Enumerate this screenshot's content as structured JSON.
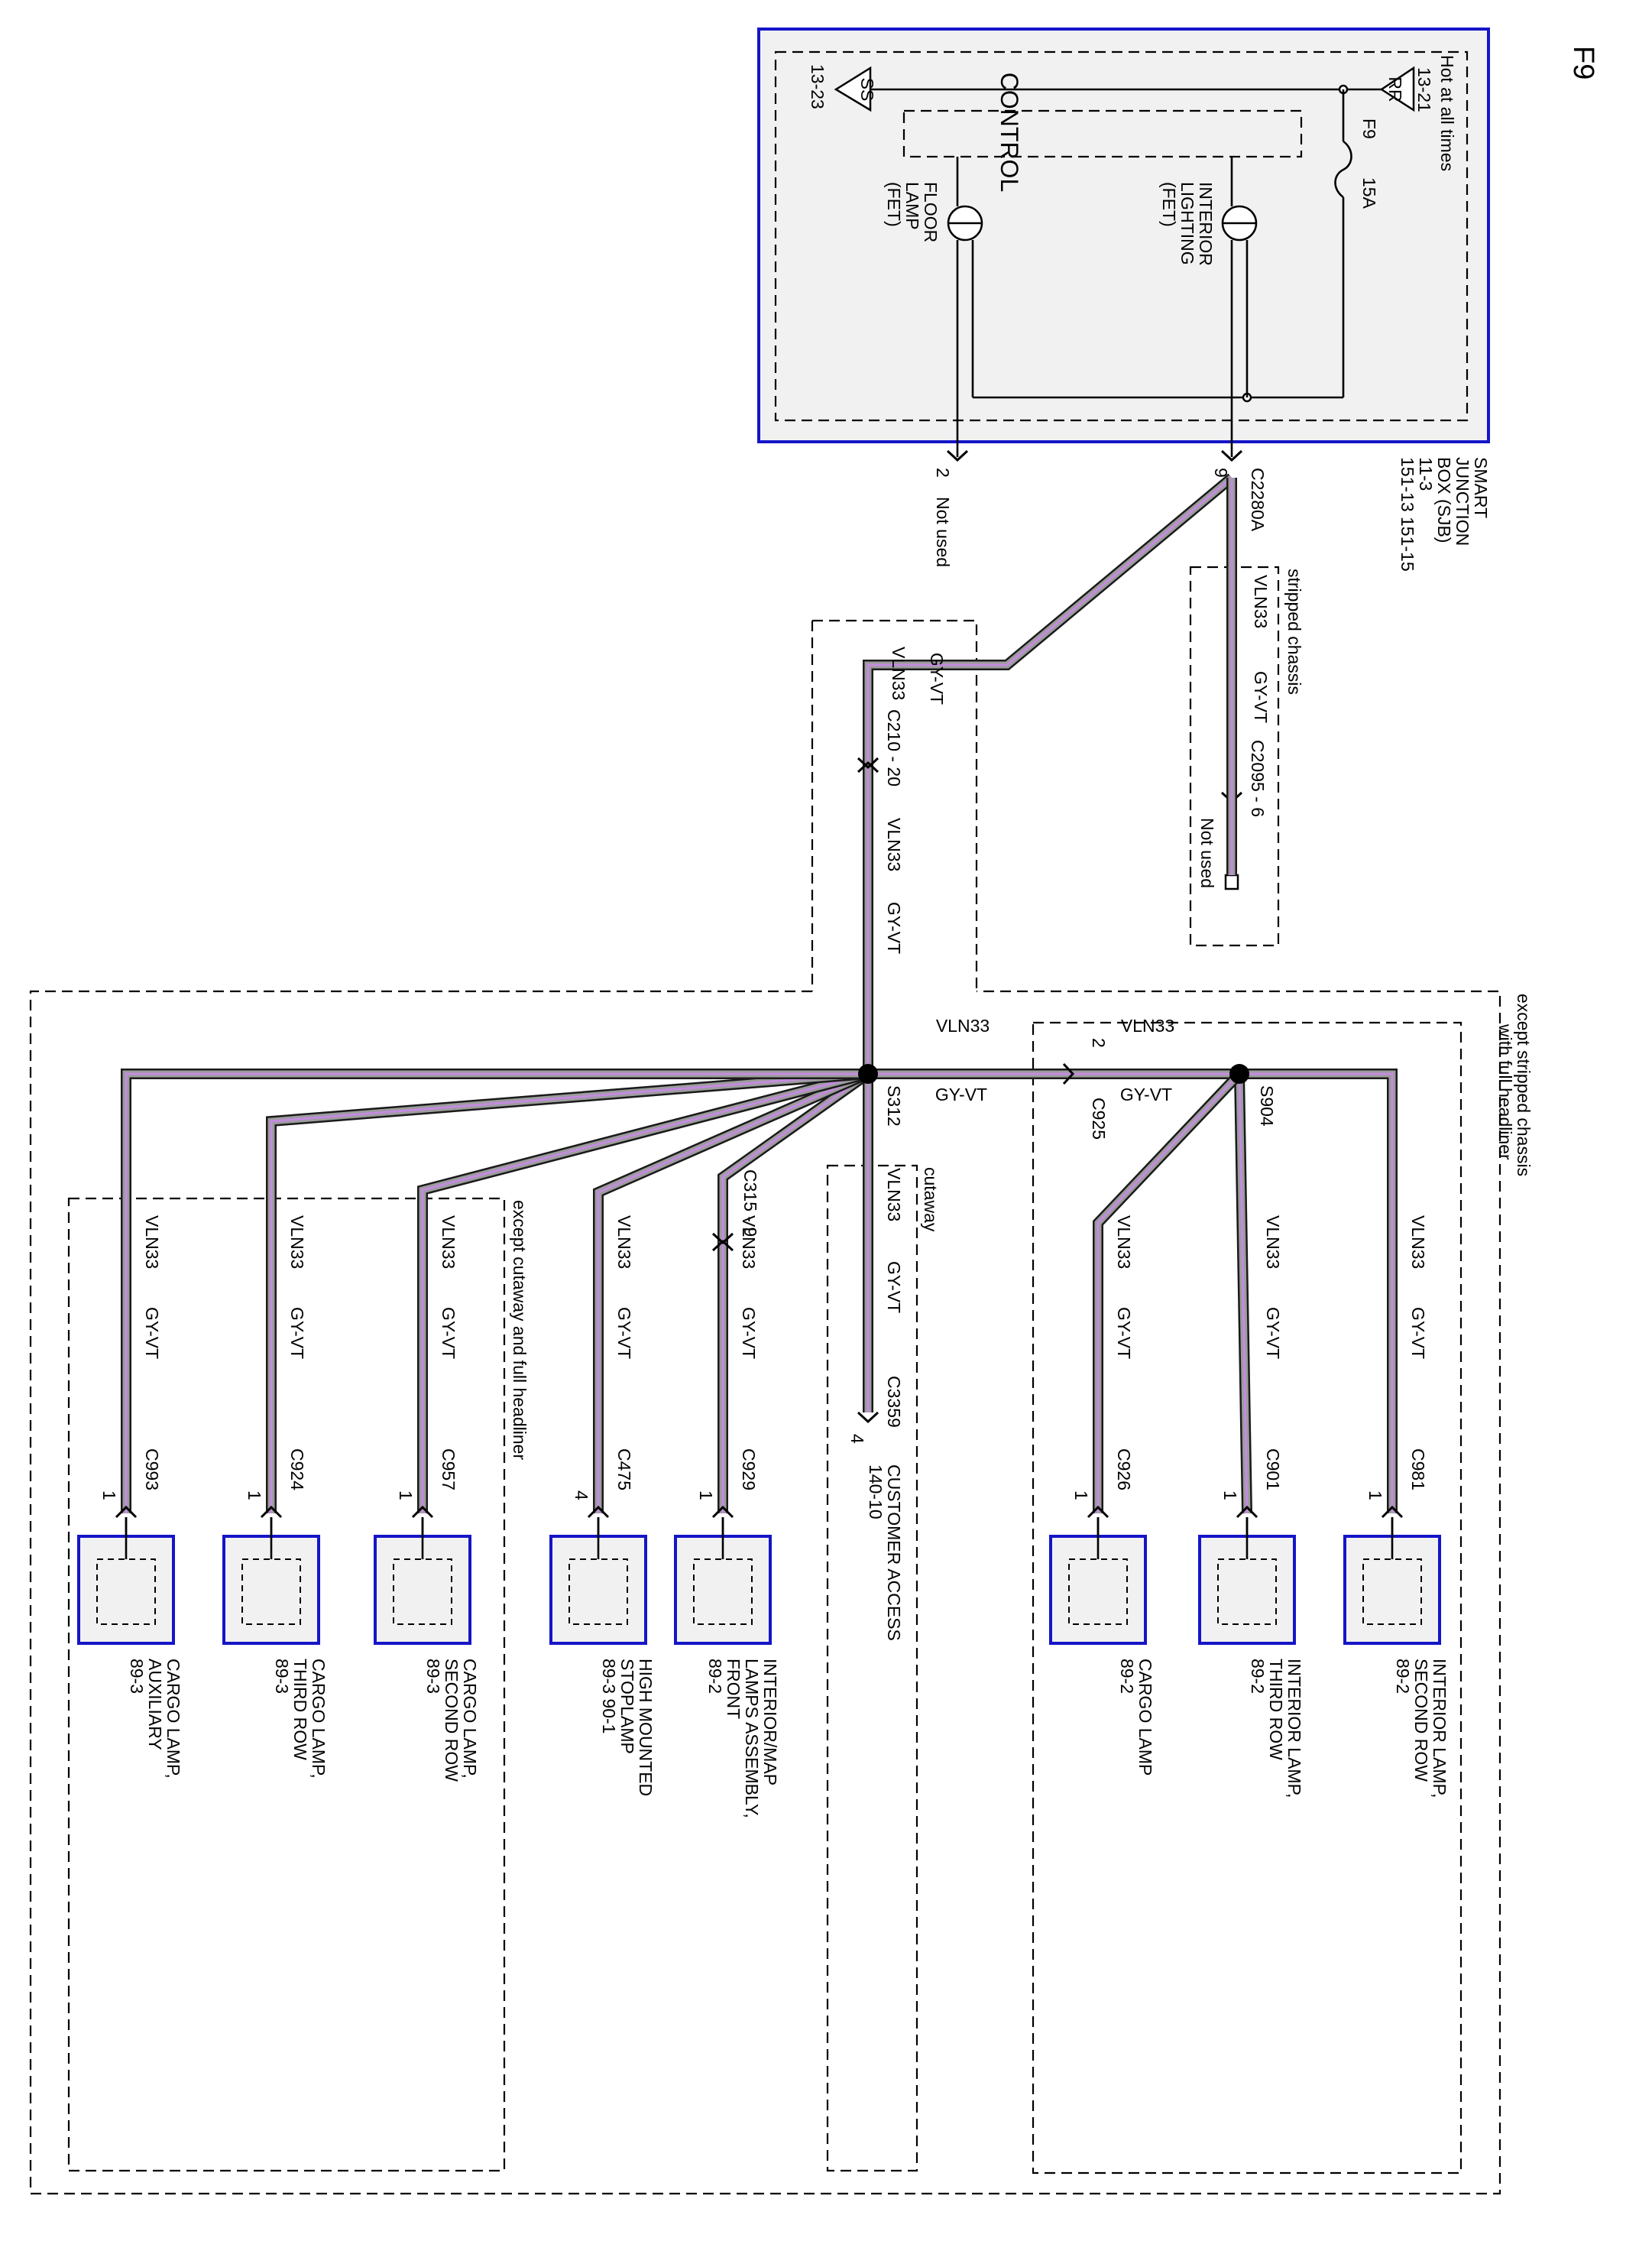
{
  "page_label": "F9",
  "sjb": {
    "title_lines": [
      "SMART",
      "JUNCTION",
      "BOX (SJB)",
      "11-3",
      "151-13    151-15"
    ],
    "hot_label": "Hot at all times",
    "rr_tag": "RR",
    "rr_ref": "13-21",
    "ss_tag": "SS",
    "ss_ref": "13-23",
    "control": "CONTROL",
    "fuse_name": "F9",
    "fuse_rating": "15A",
    "interior_fet": [
      "INTERIOR",
      "LIGHTING",
      "(FET)"
    ],
    "floor_fet": [
      "FLOOR",
      "LAMP",
      "(FET)"
    ]
  },
  "connectors": {
    "c2280a": "C2280A",
    "c2280a_pin9": "9",
    "c2280a_pin2": "2",
    "not_used": "Not used",
    "stripped_chassis": "stripped chassis",
    "c2095": "C2095  -  6",
    "c210": "C210  -  20",
    "s312": "S312",
    "c925": "C925",
    "c925_pin": "2",
    "s904": "S904",
    "c315": "C315  -  9",
    "c3359": "C3359",
    "c3359_pin": "4",
    "customer_access": "CUSTOMER ACCESS",
    "customer_access_ref": "140-10",
    "cutaway": "cutaway",
    "except_stripped_1": "except stripped chassis",
    "except_stripped_2": "with full headliner",
    "except_cutaway": "except cutaway and full headliner"
  },
  "wire": {
    "circuit": "VLN33",
    "color": "GY-VT"
  },
  "components": [
    {
      "connector": "C993",
      "pin": "1",
      "name_lines": [
        "CARGO LAMP,",
        "AUXILIARY"
      ],
      "ref": "89-3"
    },
    {
      "connector": "C924",
      "pin": "1",
      "name_lines": [
        "CARGO LAMP,",
        "THIRD ROW"
      ],
      "ref": "89-3"
    },
    {
      "connector": "C957",
      "pin": "1",
      "name_lines": [
        "CARGO LAMP,",
        "SECOND ROW"
      ],
      "ref": "89-3"
    },
    {
      "connector": "C475",
      "pin": "4",
      "name_lines": [
        "HIGH MOUNTED",
        "STOPLAMP"
      ],
      "ref": "89-3    90-1"
    },
    {
      "connector": "C929",
      "pin": "1",
      "name_lines": [
        "INTERIOR/MAP",
        "LAMPS ASSEMBLY,",
        "FRONT"
      ],
      "ref": "89-2"
    },
    {
      "connector": "C926",
      "pin": "1",
      "name_lines": [
        "CARGO LAMP"
      ],
      "ref": "89-2"
    },
    {
      "connector": "C901",
      "pin": "1",
      "name_lines": [
        "INTERIOR LAMP,",
        "THIRD ROW"
      ],
      "ref": "89-2"
    },
    {
      "connector": "C981",
      "pin": "1",
      "name_lines": [
        "INTERIOR LAMP,",
        "SECOND ROW"
      ],
      "ref": "89-2"
    }
  ],
  "colors": {
    "frame_blue": "#1515c8",
    "wire_stripe": "#c48be0",
    "wire_gray": "#9c9c9c",
    "box_fill": "#f1f1f1"
  }
}
